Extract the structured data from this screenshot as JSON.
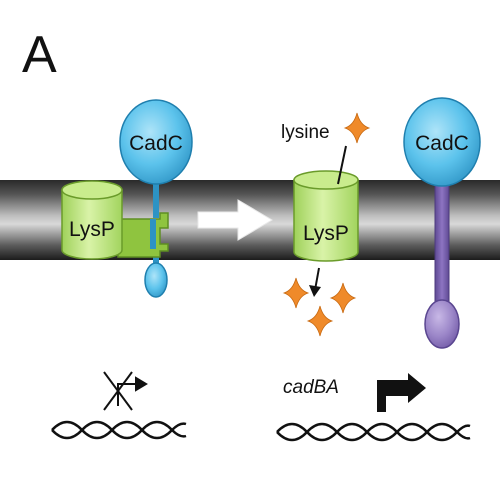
{
  "panel_label": "A",
  "labels": {
    "cadc_left": "CadC",
    "cadc_right": "CadC",
    "lysp_left": "LysP",
    "lysp_right": "LysP",
    "lysine": "lysine",
    "gene": "cadBA"
  },
  "colors": {
    "cadc_blue": "#5cc3ec",
    "lysp_green": "#b5e36c",
    "lysine_orange": "#ef8a2a",
    "purple": "#7e62b0",
    "membrane_dark": "#1f1f1f"
  }
}
